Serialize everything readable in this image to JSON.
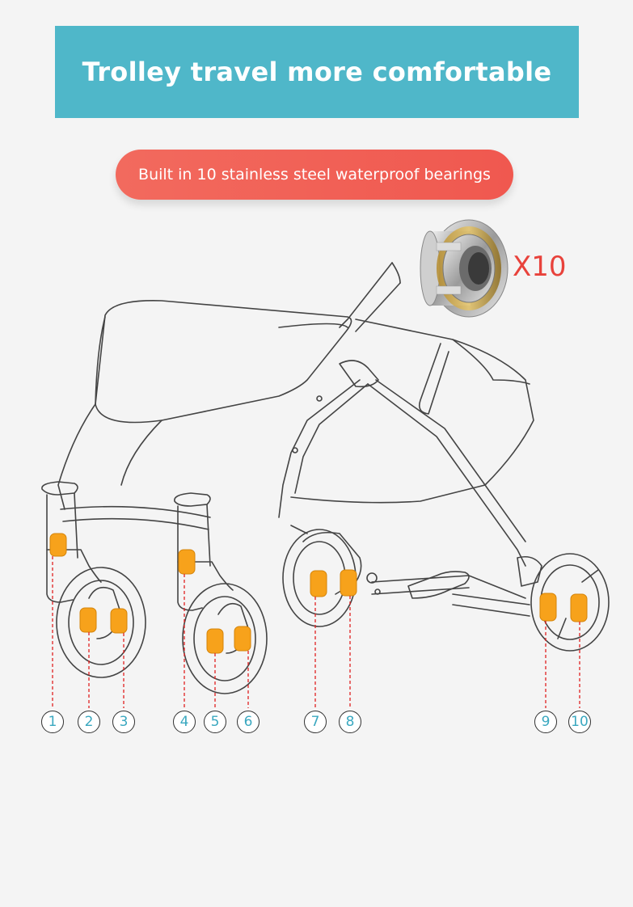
{
  "header": {
    "title": "Trolley travel more comfortable"
  },
  "feature_pill": {
    "text": "Built in 10 stainless steel waterproof bearings"
  },
  "bearing": {
    "multiplier": "X10"
  },
  "callouts": [
    {
      "label": "1"
    },
    {
      "label": "2"
    },
    {
      "label": "3"
    },
    {
      "label": "4"
    },
    {
      "label": "5"
    },
    {
      "label": "6"
    },
    {
      "label": "7"
    },
    {
      "label": "8"
    },
    {
      "label": "9"
    },
    {
      "label": "10"
    }
  ],
  "colors": {
    "banner": "#4fb7c9",
    "pill": "#f0584f",
    "bearing_dot": "#f7a21b",
    "callout_number": "#3aa8c0",
    "leader_line": "#e02020"
  }
}
